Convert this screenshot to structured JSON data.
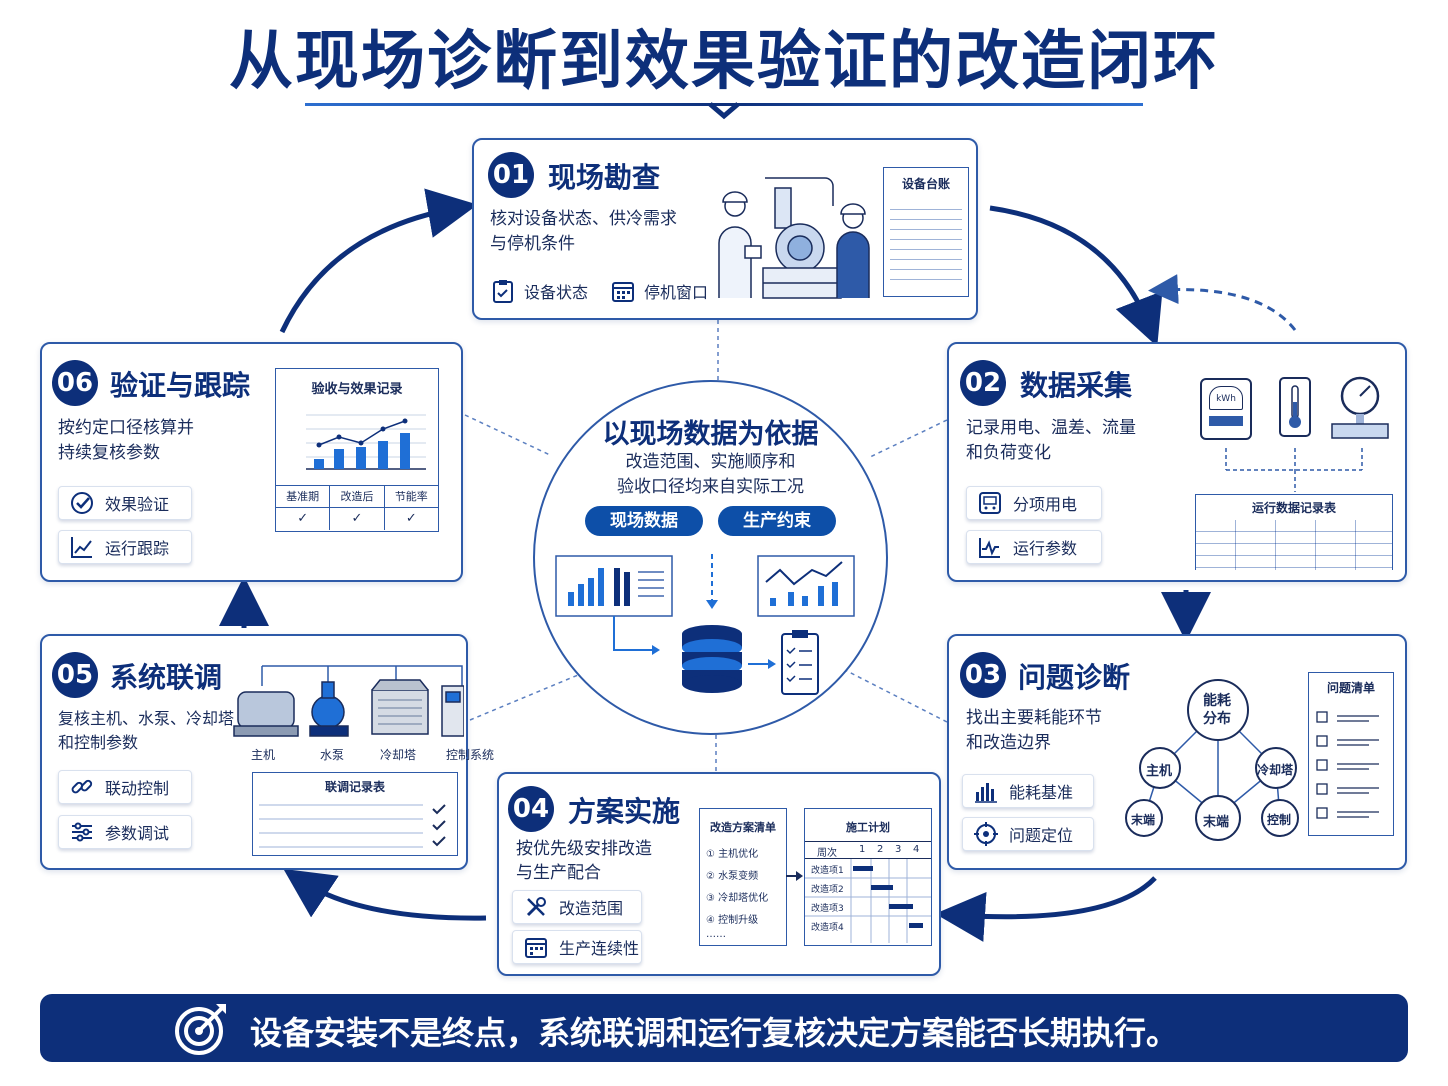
{
  "title": "从现场诊断到效果验证的改造闭环",
  "colors": {
    "primary": "#0d2f7a",
    "accent": "#1f6fd6",
    "border": "#2e5aa8"
  },
  "center": {
    "title": "以现场数据为依据",
    "line1": "改造范围、实施顺序和",
    "line2": "验收口径均来自实际工况",
    "chip1": "现场数据",
    "chip2": "生产约束"
  },
  "steps": {
    "s01": {
      "num": "01",
      "title": "现场勘查",
      "desc1": "核对设备状态、供冷需求",
      "desc2": "与停机条件",
      "tag1": "设备状态",
      "tag2": "停机窗口",
      "panel": "设备台账"
    },
    "s02": {
      "num": "02",
      "title": "数据采集",
      "desc1": "记录用电、温差、流量",
      "desc2": "和负荷变化",
      "tag1": "分项用电",
      "tag2": "运行参数",
      "panel": "运行数据记录表",
      "meter": "kWh"
    },
    "s03": {
      "num": "03",
      "title": "问题诊断",
      "desc1": "找出主要耗能环节",
      "desc2": "和改造边界",
      "tag1": "能耗基准",
      "tag2": "问题定位",
      "panel": "问题清单",
      "nodes": {
        "top1": "能耗",
        "top2": "分布",
        "host": "主机",
        "tower": "冷却塔",
        "end1": "末端",
        "end2": "末端",
        "ctrl": "控制"
      }
    },
    "s04": {
      "num": "04",
      "title": "方案实施",
      "desc1": "按优先级安排改造",
      "desc2": "与生产配合",
      "tag1": "改造范围",
      "tag2": "生产连续性",
      "plan_title": "改造方案清单",
      "plan_items": [
        "① 主机优化",
        "② 水泵变频",
        "③ 冷却塔优化",
        "④ 控制升级",
        "……"
      ],
      "gantt_title": "施工计划",
      "gantt_head": "周次",
      "gantt_cols": [
        "1",
        "2",
        "3",
        "4"
      ],
      "gantt_rows": [
        "改造项1",
        "改造项2",
        "改造项3",
        "改造项4"
      ]
    },
    "s05": {
      "num": "05",
      "title": "系统联调",
      "desc1": "复核主机、水泵、冷却塔",
      "desc2": "和控制参数",
      "tag1": "联动控制",
      "tag2": "参数调试",
      "panel": "联调记录表",
      "equip": [
        "主机",
        "水泵",
        "冷却塔",
        "控制系统"
      ]
    },
    "s06": {
      "num": "06",
      "title": "验证与跟踪",
      "desc1": "按约定口径核算并",
      "desc2": "持续复核参数",
      "tag1": "效果验证",
      "tag2": "运行跟踪",
      "panel": "验收与效果记录",
      "table_head": [
        "基准期",
        "改造后",
        "节能率"
      ],
      "table_marks": [
        "✓",
        "✓",
        "✓"
      ]
    }
  },
  "banner": "设备安装不是终点，系统联调和运行复核决定方案能否长期执行。"
}
